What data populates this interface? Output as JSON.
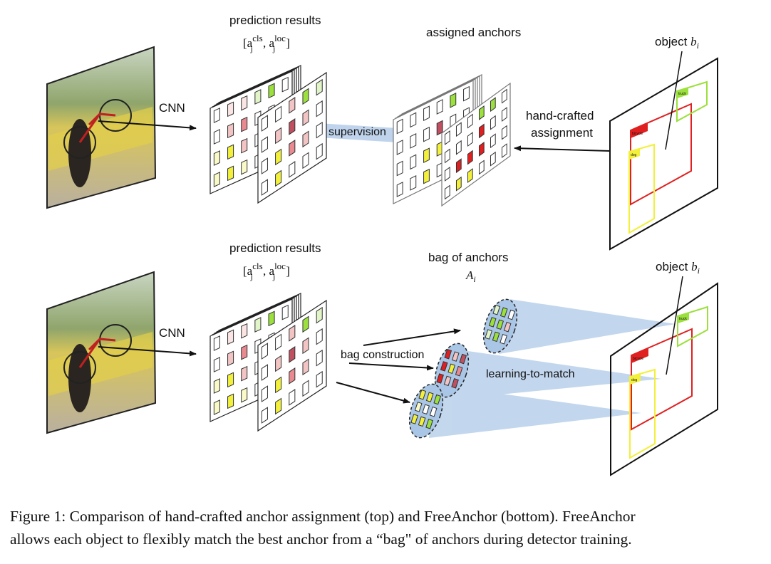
{
  "top_row": {
    "cnn_label": "CNN",
    "prediction_title": "prediction results",
    "prediction_formula": {
      "open": "[a",
      "sup1": "cls",
      "sub1": "j",
      "mid": ",  a",
      "sup2": "loc",
      "sub2": "j",
      "close": "]"
    },
    "supervision_label": "supervision",
    "assigned_title": "assigned anchors",
    "assignment_label_line1": "hand-crafted",
    "assignment_label_line2": "assignment",
    "object_label": "object ",
    "object_symbol": "b",
    "object_subscript": "i",
    "box_labels": {
      "bicycle": "bicycle",
      "dog": "dog",
      "truck": "truck"
    }
  },
  "bottom_row": {
    "cnn_label": "CNN",
    "prediction_title": "prediction results",
    "prediction_formula": {
      "open": "[a",
      "sup1": "cls",
      "sub1": "j",
      "mid": ",  a",
      "sup2": "loc",
      "sub2": "j",
      "close": "]"
    },
    "bag_title": "bag of anchors",
    "bag_symbol": "A",
    "bag_subscript": "i",
    "bag_construction_label": "bag construction",
    "learning_label": "learning-to-match",
    "object_label": "object ",
    "object_symbol": "b",
    "object_subscript": "i",
    "box_labels": {
      "bicycle": "bicycle",
      "dog": "dog",
      "truck": "truck"
    }
  },
  "caption": {
    "line1": "Figure 1: Comparison of hand-crafted anchor assignment (top) and FreeAnchor (bottom). FreeAnchor",
    "line2": "allows each object to flexibly match the best anchor from a “bag\" of anchors during detector training."
  },
  "colors": {
    "red": "#e02020",
    "yellow": "#f2f03a",
    "green": "#9be03c",
    "pink": "#f2c4c4",
    "band": "#a9c6e6"
  }
}
